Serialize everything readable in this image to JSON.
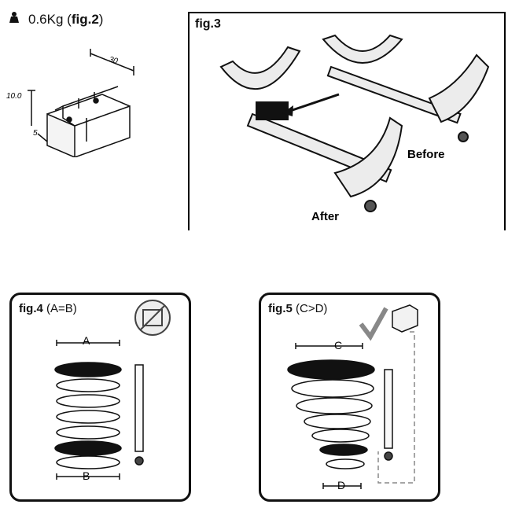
{
  "weight": {
    "icon": "weight-icon",
    "value": "0.6Kg",
    "fig_ref": "fig.2"
  },
  "fig2": {
    "dim_top": "30",
    "dim_left": "10.0",
    "dim_small": "5"
  },
  "fig3": {
    "title": "fig.3",
    "label_before": "Before",
    "label_after": "After"
  },
  "fig4": {
    "title": "fig.4",
    "condition": "(A=B)",
    "top_label": "A",
    "bottom_label": "B",
    "badge_icon": "block-crossed-icon"
  },
  "fig5": {
    "title": "fig.5",
    "condition": "(C>D)",
    "top_label": "C",
    "bottom_label": "D",
    "badge_icon": "checkmark-icon"
  }
}
